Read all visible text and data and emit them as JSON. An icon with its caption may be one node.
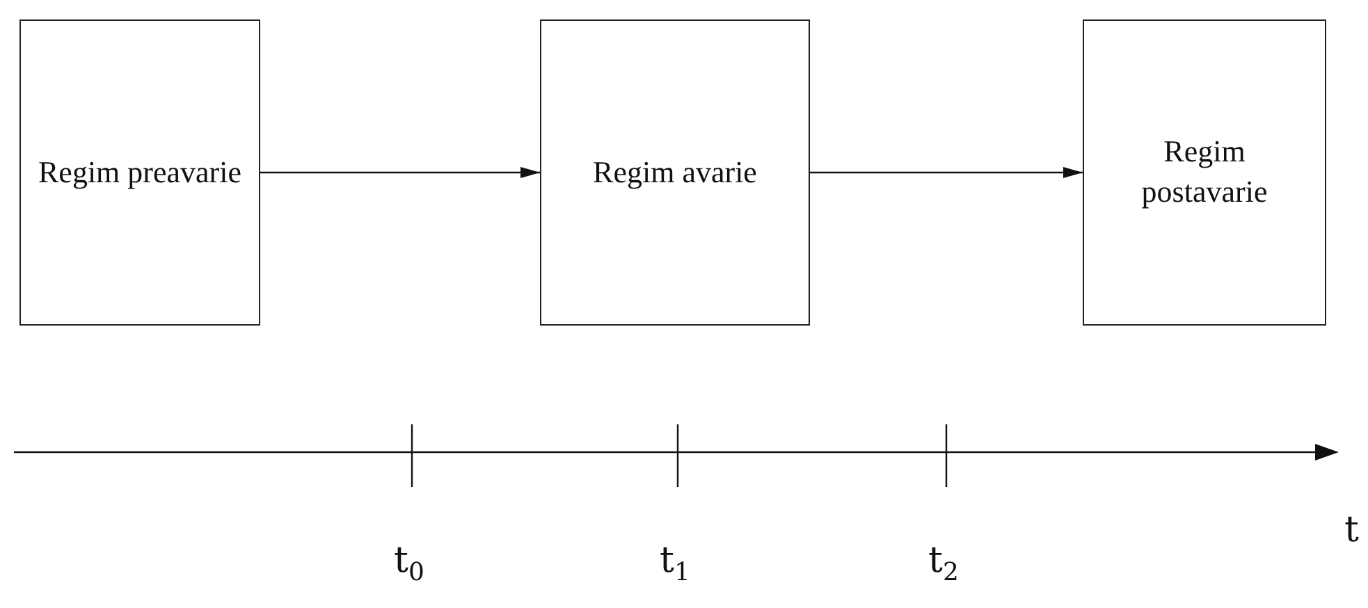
{
  "diagram": {
    "nodes": [
      {
        "text": [
          "Regim preavarie"
        ]
      },
      {
        "text": [
          "Regim avarie"
        ]
      },
      {
        "text": [
          "Regim postavarie"
        ]
      }
    ],
    "edges": [
      {
        "from": 0,
        "to": 1,
        "arrow": "to"
      },
      {
        "from": 1,
        "to": 2,
        "arrow": "to"
      }
    ],
    "labels": [
      "t",
      "t$_{0}$",
      "t$_{1}$",
      "t$_{2}$"
    ]
  }
}
